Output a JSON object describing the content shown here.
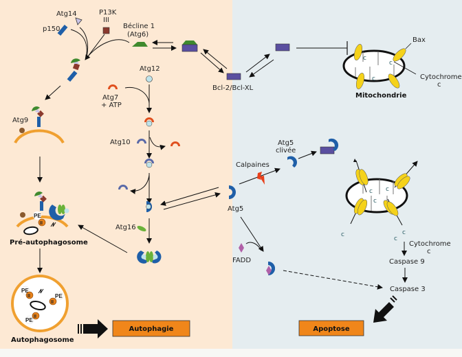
{
  "panels": {
    "left": {
      "name": "autophagy",
      "color": "#fde9d4"
    },
    "right": {
      "name": "apoptosis",
      "color": "#e5edf0"
    }
  },
  "colors": {
    "becline": "#3f8a2e",
    "bcl2": "#5a4fa0",
    "p150": "#1f5fa8",
    "atg14": "#c9c3e6",
    "pi3k": "#8b3a2e",
    "atg7": "#e0501f",
    "atg12": "#bfe3ea",
    "atg10": "#5a6aa8",
    "atg5": "#1f5fa8",
    "atg16": "#6ab23a",
    "membrane": "#f0a030",
    "bax": "#f5d21a",
    "fadd": "#b060a8",
    "calpaine": "#e8401a",
    "outcome_box": "#f0861a"
  },
  "labels": {
    "atg14": "Atg14",
    "pi3k_line1": "P13K",
    "pi3k_line2": "III",
    "p150": "p150",
    "becline_line1": "Bécline 1",
    "becline_line2": "(Atg6)",
    "bcl2": "Bcl-2/Bcl-XL",
    "bax": "Bax",
    "cytochrome_line1": "Cytochrome",
    "cytochrome_line2": "c",
    "mitochondrie": "Mitochondrie",
    "atg12": "Atg12",
    "atg7_line1": "Atg7",
    "atg7_line2": "+ ATP",
    "atg9": "Atg9",
    "atg10": "Atg10",
    "atg16": "Atg16",
    "atg5": "Atg5",
    "atg5_clivee_line1": "Atg5",
    "atg5_clivee_line2": "clivée",
    "calpaines": "Calpaines",
    "fadd": "FADD",
    "pre_autophagosome": "Pré-autophagosome",
    "autophagosome": "Autophagosome",
    "cytochrome2_line1": "Cytochrome",
    "cytochrome2_line2": "c",
    "caspase9": "Caspase 9",
    "caspase3": "Caspase 3",
    "pe": "PE",
    "ii": "II"
  },
  "outcomes": {
    "autophagie": "Autophagie",
    "apoptose": "Apoptose"
  }
}
